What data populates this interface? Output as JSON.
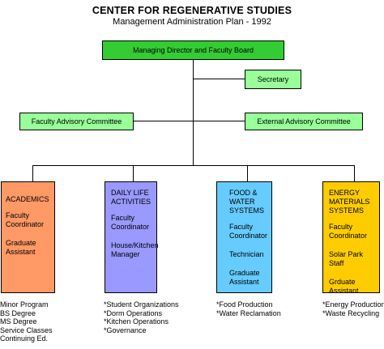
{
  "header": {
    "title": "CENTER FOR REGENERATIVE STUDIES",
    "subtitle": "Management  Administration Plan  -  1992"
  },
  "top": {
    "board": "Managing Director and Faculty Board",
    "secretary": "Secretary",
    "faculty_committee": "Faculty Advisory Committee",
    "external_committee": "External Advisory Committee"
  },
  "colors": {
    "board": "#33cc33",
    "secretary": "#99ff99",
    "committees": "#99ff99",
    "academics": "#ff9966",
    "daily_life": "#9999ff",
    "food_water": "#66ccff",
    "energy": "#ffcc00"
  },
  "departments": [
    {
      "title": "ACADEMICS",
      "roles": [
        "Faculty\nCoordinator",
        "Graduate\nAssistant"
      ],
      "items": [
        "Minor Program",
        "BS Degree",
        "MS Degree",
        "Service Classes",
        "Continuing Ed."
      ]
    },
    {
      "title": "DAILY LIFE\nACTIVITIES",
      "roles": [
        "Faculty\nCoordinator",
        "House/Kitchen\nManager"
      ],
      "items": [
        "*Student Organizations",
        "*Dorm Operations",
        "*Kitchen Operations",
        "*Governance"
      ]
    },
    {
      "title": "FOOD &\nWATER\nSYSTEMS",
      "roles": [
        "Faculty\nCoordinator",
        "Technician",
        "Graduate\nAssistant"
      ],
      "items": [
        "*Food Production",
        "*Water Reclamation"
      ]
    },
    {
      "title": "ENERGY\nMATERIALS\nSYSTEMS",
      "roles": [
        "Faculty\nCoordinator",
        "Solar Park\nStaff",
        "Grduate\nAssistant"
      ],
      "items": [
        "*Energy Production",
        "*Waste Recycling"
      ]
    }
  ]
}
